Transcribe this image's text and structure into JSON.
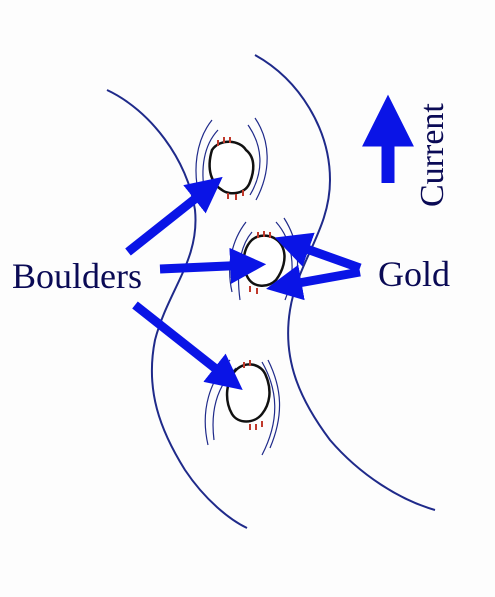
{
  "labels": {
    "boulders": "Boulders",
    "gold": "Gold",
    "current": "Current"
  },
  "colors": {
    "arrow_blue": "#0a14e6",
    "river_line": "#1f2a8a",
    "boulder_outline": "#111111",
    "gold_marks": "#c0392b",
    "text": "#0a0a55"
  }
}
